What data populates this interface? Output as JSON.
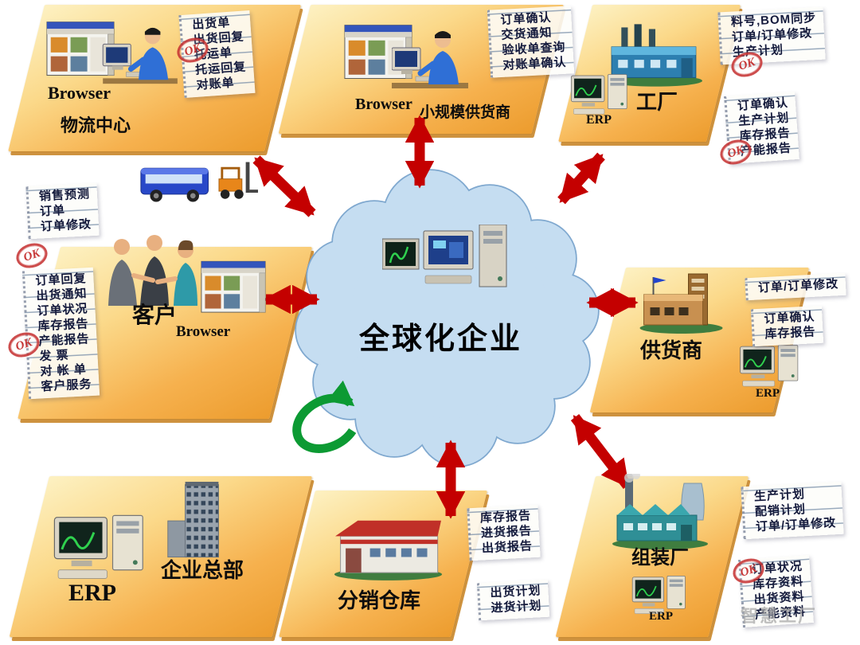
{
  "center": {
    "label": "全球化企业"
  },
  "panels": {
    "logistics": {
      "browser_label": "Browser",
      "title": "物流中心"
    },
    "small_supplier": {
      "browser_label": "Browser",
      "title": "小规模供货商"
    },
    "factory": {
      "erp_label": "ERP",
      "title": "工厂"
    },
    "customer": {
      "title": "客户",
      "browser_label": "Browser"
    },
    "supplier": {
      "title": "供货商",
      "erp_label": "ERP"
    },
    "headquarters": {
      "title": "企业总部",
      "erp_label": "ERP"
    },
    "warehouse": {
      "title": "分销仓库"
    },
    "assembly": {
      "title": "组装厂",
      "erp_label": "ERP"
    }
  },
  "notes": {
    "logistics": {
      "lines": [
        "出货单",
        "出货回复",
        "托运单",
        "托运回复",
        "对账单"
      ]
    },
    "small_supplier": {
      "lines": [
        "订单确认",
        "交货通知",
        "验收单查询",
        "对账单确认"
      ]
    },
    "factory_outbound": {
      "lines": [
        "料号,BOM同步",
        "订单/订单修改",
        "生产计划"
      ]
    },
    "factory_inbound": {
      "lines": [
        "订单确认",
        "生产计划",
        "库存报告",
        "产能报告"
      ]
    },
    "customer_outbound": {
      "lines": [
        "销售预测",
        "订单",
        "订单修改"
      ]
    },
    "customer_inbound": {
      "lines": [
        "订单回复",
        "出货通知",
        "订单状况",
        "库存报告",
        "产能报告",
        "发 票",
        "对 帐 单",
        "客户服务"
      ]
    },
    "supplier_outbound": {
      "lines": [
        "订单/订单修改"
      ]
    },
    "supplier_inbound": {
      "lines": [
        "订单确认",
        "库存报告"
      ]
    },
    "warehouse_inbound": {
      "lines": [
        "库存报告",
        "进货报告",
        "出货报告"
      ]
    },
    "warehouse_outbound": {
      "lines": [
        "出货计划",
        "进货计划"
      ]
    },
    "assembly_outbound": {
      "lines": [
        "生产计划",
        "配销计划",
        "订单/订单修改"
      ]
    },
    "assembly_inbound": {
      "lines": [
        "订单状况",
        "库存资料",
        "出货资料",
        "产能资料"
      ]
    }
  },
  "stamp_label": "OK",
  "watermark": "智慧工厂",
  "colors": {
    "panel_orange": "#f5a93c",
    "arrow_red": "#c40000",
    "cloud_blue": "#c5ddf1",
    "note_ink": "#141a3c",
    "stamp_red": "#c42e2e",
    "green_arrow": "#0c9a33"
  }
}
